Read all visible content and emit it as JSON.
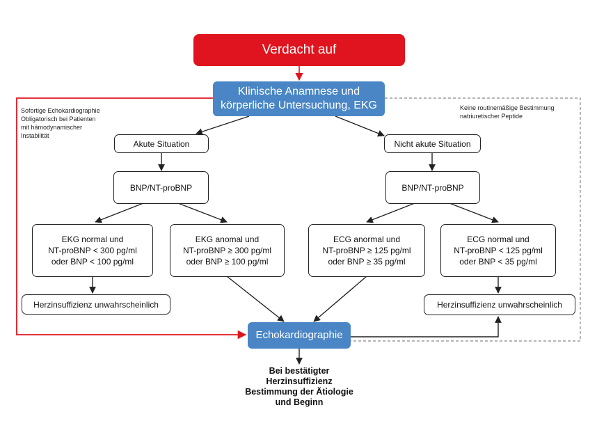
{
  "colors": {
    "red": "#e0141e",
    "blue": "#4a86c5",
    "line": "#222222",
    "dashed": "#888888"
  },
  "top": "Verdacht auf",
  "clinical": [
    "Klinische Anamnese und",
    "körperliche Untersuchung, EKG"
  ],
  "left_note": [
    "Sofortige Echokardiographie",
    "Obligatorisch bei Patienten",
    "mit hämodynamischer",
    "Instabilität"
  ],
  "right_note": [
    "Keine routinemäßige Bestimmung",
    "natriuretischer Peptide"
  ],
  "acute": "Akute Situation",
  "non_acute": "Nicht akute Situation",
  "bnp_left": "BNP/NT-proBNP",
  "bnp_right": "BNP/NT-proBNP",
  "box1": [
    "EKG normal und",
    "NT-proBNP < 300 pg/ml",
    "oder  BNP < 100 pg/ml"
  ],
  "box2": [
    "EKG anomal und",
    "NT-proBNP ≥ 300 pg/ml",
    "oder BNP ≥ 100 pg/ml"
  ],
  "box3": [
    "ECG anormal und",
    "NT-proBNP ≥ 125 pg/ml",
    "oder BNP ≥ 35 pg/ml"
  ],
  "box4": [
    "ECG normal und",
    "NT-proBNP < 125 pg/ml",
    "oder BNP < 35 pg/ml"
  ],
  "unlikely_left": "Herzinsuffizienz unwahrscheinlich",
  "unlikely_right": "Herzinsuffizienz unwahrscheinlich",
  "echo": "Echokardiographie",
  "result": [
    "Bei bestätigter",
    "Herzinsuffizienz",
    "Bestimmung der Ätiologie",
    "und Beginn"
  ]
}
